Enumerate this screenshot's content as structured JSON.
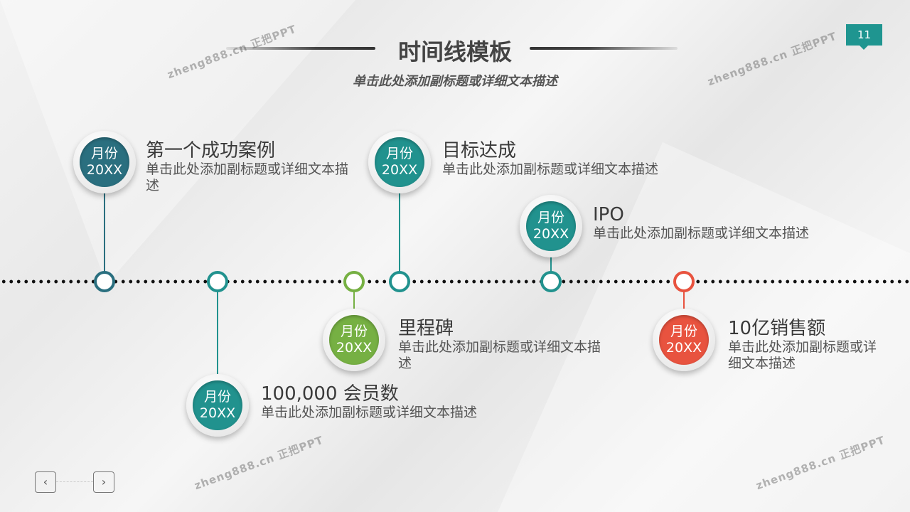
{
  "header": {
    "title": "时间线模板",
    "subtitle": "单击此处添加副标题或详细文本描述",
    "page_number": "11"
  },
  "colors": {
    "dark_teal": "#2a6f7f",
    "teal": "#21928e",
    "green": "#76b043",
    "red": "#e8533f"
  },
  "milestones": [
    {
      "month": "月份",
      "year": "20XX",
      "title": "第一个成功案例",
      "desc": "单击此处添加副标题或详细文本描述",
      "color": "#2a6f7f"
    },
    {
      "month": "月份",
      "year": "20XX",
      "title": "100,000  会员数",
      "desc": "单击此处添加副标题或详细文本描述",
      "color": "#21928e"
    },
    {
      "month": "月份",
      "year": "20XX",
      "title": "里程碑",
      "desc": "单击此处添加副标题或详细文本描述",
      "color": "#76b043"
    },
    {
      "month": "月份",
      "year": "20XX",
      "title": "目标达成",
      "desc": "单击此处添加副标题或详细文本描述",
      "color": "#21928e"
    },
    {
      "month": "月份",
      "year": "20XX",
      "title": "IPO",
      "desc": "单击此处添加副标题或详细文本描述",
      "color": "#21928e"
    },
    {
      "month": "月份",
      "year": "20XX",
      "title": "10亿销售额",
      "desc": "单击此处添加副标题或详细文本描述",
      "color": "#e8533f"
    }
  ],
  "nav": {
    "prev": "‹",
    "next": "›",
    "prev_icon": "chevron-left-icon",
    "next_icon": "chevron-right-icon"
  },
  "watermark": "zheng888.cn 正把PPT"
}
